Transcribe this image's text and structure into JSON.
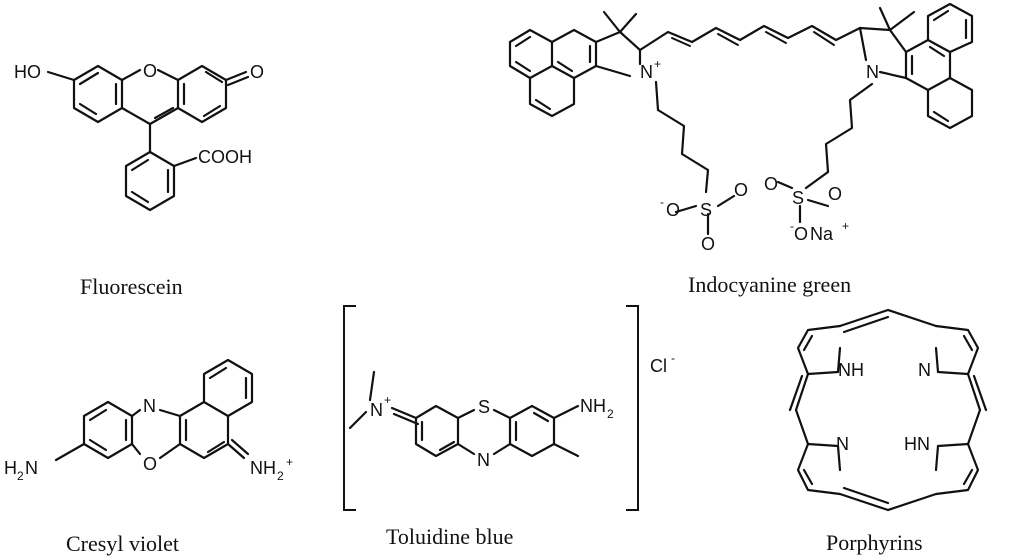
{
  "molecules": {
    "fluorescein": {
      "name": "Fluorescein",
      "labels": {
        "ho": "HO",
        "o_ring": "O",
        "o_keto": "O",
        "cooh": "COOH"
      }
    },
    "icg": {
      "name": "Indocyanine green",
      "labels": {
        "n_plus": "N",
        "plus": "+",
        "n_right": "N",
        "s_left": "S",
        "s_right": "S",
        "o": "O",
        "minus": "-",
        "na": "Na",
        "na_plus": "+"
      }
    },
    "cresyl": {
      "name": "Cresyl violet",
      "labels": {
        "h2n": "H",
        "h2n_sub": "2",
        "h2n_n": "N",
        "n_top": "N",
        "o_ring": "O",
        "nh": "NH",
        "nh_sub": "2",
        "nh_plus": "+"
      }
    },
    "toluidine": {
      "name": "Toluidine blue",
      "labels": {
        "n_plus": "N",
        "plus": "+",
        "s": "S",
        "n_ring": "N",
        "nh2": "NH",
        "nh2_sub": "2",
        "cl": "Cl",
        "cl_minus": "-"
      }
    },
    "porphyrins": {
      "name": "Porphyrins",
      "labels": {
        "nh": "NH",
        "n_tr": "N",
        "n_bl": "N",
        "hn": "HN"
      }
    }
  }
}
